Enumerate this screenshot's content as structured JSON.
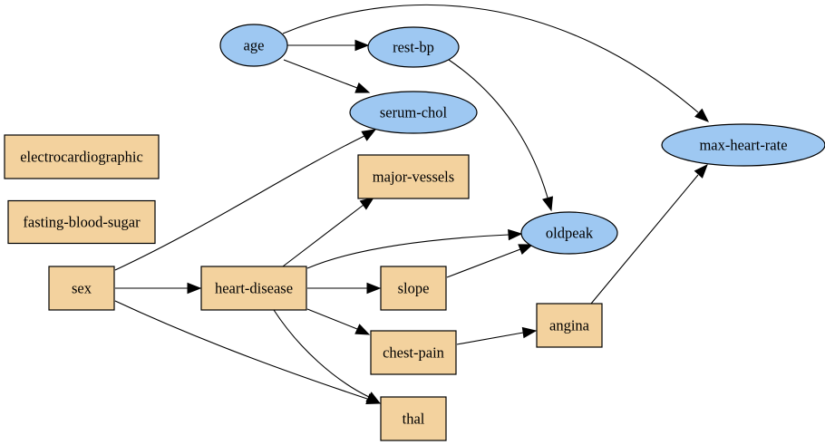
{
  "diagram": {
    "type": "directed-graph",
    "colors": {
      "ellipse_fill": "#9ec8f2",
      "box_fill": "#f3d29e",
      "stroke": "#000000"
    },
    "nodes": [
      {
        "id": "age",
        "label": "age",
        "shape": "ellipse"
      },
      {
        "id": "rest-bp",
        "label": "rest-bp",
        "shape": "ellipse"
      },
      {
        "id": "serum-chol",
        "label": "serum-chol",
        "shape": "ellipse"
      },
      {
        "id": "max-heart-rate",
        "label": "max-heart-rate",
        "shape": "ellipse"
      },
      {
        "id": "oldpeak",
        "label": "oldpeak",
        "shape": "ellipse"
      },
      {
        "id": "electrocardiographic",
        "label": "electrocardiographic",
        "shape": "box"
      },
      {
        "id": "fasting-blood-sugar",
        "label": "fasting-blood-sugar",
        "shape": "box"
      },
      {
        "id": "sex",
        "label": "sex",
        "shape": "box"
      },
      {
        "id": "heart-disease",
        "label": "heart-disease",
        "shape": "box"
      },
      {
        "id": "major-vessels",
        "label": "major-vessels",
        "shape": "box"
      },
      {
        "id": "slope",
        "label": "slope",
        "shape": "box"
      },
      {
        "id": "chest-pain",
        "label": "chest-pain",
        "shape": "box"
      },
      {
        "id": "angina",
        "label": "angina",
        "shape": "box"
      },
      {
        "id": "thal",
        "label": "thal",
        "shape": "box"
      }
    ],
    "edges": [
      {
        "from": "age",
        "to": "rest-bp"
      },
      {
        "from": "age",
        "to": "serum-chol"
      },
      {
        "from": "age",
        "to": "max-heart-rate"
      },
      {
        "from": "rest-bp",
        "to": "oldpeak"
      },
      {
        "from": "sex",
        "to": "serum-chol"
      },
      {
        "from": "sex",
        "to": "heart-disease"
      },
      {
        "from": "sex",
        "to": "thal"
      },
      {
        "from": "heart-disease",
        "to": "major-vessels"
      },
      {
        "from": "heart-disease",
        "to": "oldpeak"
      },
      {
        "from": "heart-disease",
        "to": "slope"
      },
      {
        "from": "heart-disease",
        "to": "chest-pain"
      },
      {
        "from": "heart-disease",
        "to": "thal"
      },
      {
        "from": "slope",
        "to": "oldpeak"
      },
      {
        "from": "chest-pain",
        "to": "angina"
      },
      {
        "from": "angina",
        "to": "max-heart-rate"
      }
    ]
  }
}
